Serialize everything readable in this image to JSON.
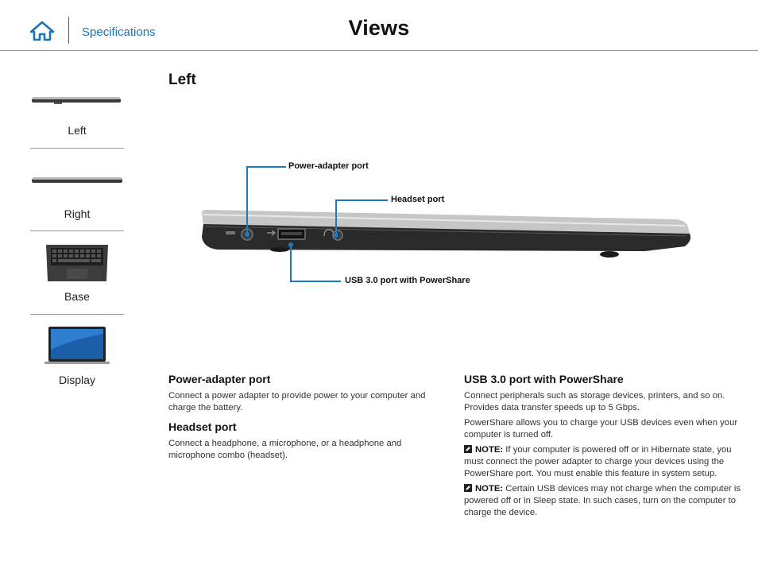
{
  "header": {
    "breadcrumb": "Specifications",
    "title": "Views"
  },
  "sidebar": {
    "items": [
      {
        "label": "Left"
      },
      {
        "label": "Right"
      },
      {
        "label": "Base"
      },
      {
        "label": "Display"
      }
    ]
  },
  "main": {
    "section_title": "Left",
    "callouts": {
      "power": "Power-adapter port",
      "headset": "Headset port",
      "usb": "USB 3.0 port with PowerShare"
    },
    "left_col": {
      "power_title": "Power-adapter port",
      "power_desc": "Connect a power adapter to provide power to your computer and charge the battery.",
      "headset_title": "Headset port",
      "headset_desc": "Connect a headphone, a microphone, or a headphone and microphone combo (headset)."
    },
    "right_col": {
      "usb_title": "USB 3.0 port with PowerShare",
      "usb_desc1": "Connect peripherals such as storage devices, printers, and so on. Provides data transfer speeds up to 5 Gbps.",
      "usb_desc2": "PowerShare allows you to charge your USB devices even when your computer is turned off.",
      "note_label": "NOTE:",
      "note1": "If your computer is powered off or in Hibernate state, you must connect the power adapter to charge your devices using the PowerShare port. You must enable this feature in system setup.",
      "note2": "Certain USB devices may not charge when the computer is powered off or in Sleep state. In such cases, turn on the computer to charge the device."
    }
  },
  "colors": {
    "accent": "#1a73b8",
    "callout_line": "#1a7bc4"
  }
}
